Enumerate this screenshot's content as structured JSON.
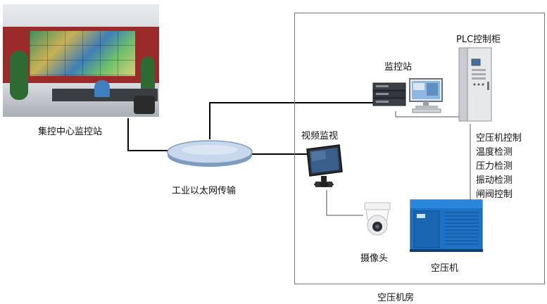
{
  "labels": {
    "control_center": "集控中心监控站",
    "network": "工业以太网传输",
    "monitor_station": "监控站",
    "plc_cabinet": "PLC控制柜",
    "video_monitoring": "视频监视",
    "camera": "摄像头",
    "compressor": "空压机",
    "room": "空压机房"
  },
  "plc_functions": [
    "空压机控制",
    "温度检测",
    "压力检测",
    "振动检测",
    "闸阀控制"
  ],
  "colors": {
    "line": "#000000",
    "thin_line": "#555555",
    "network_fill": "#c7d8ec",
    "network_stroke": "#7f9cc0",
    "compressor_blue": "#1e72c6"
  }
}
